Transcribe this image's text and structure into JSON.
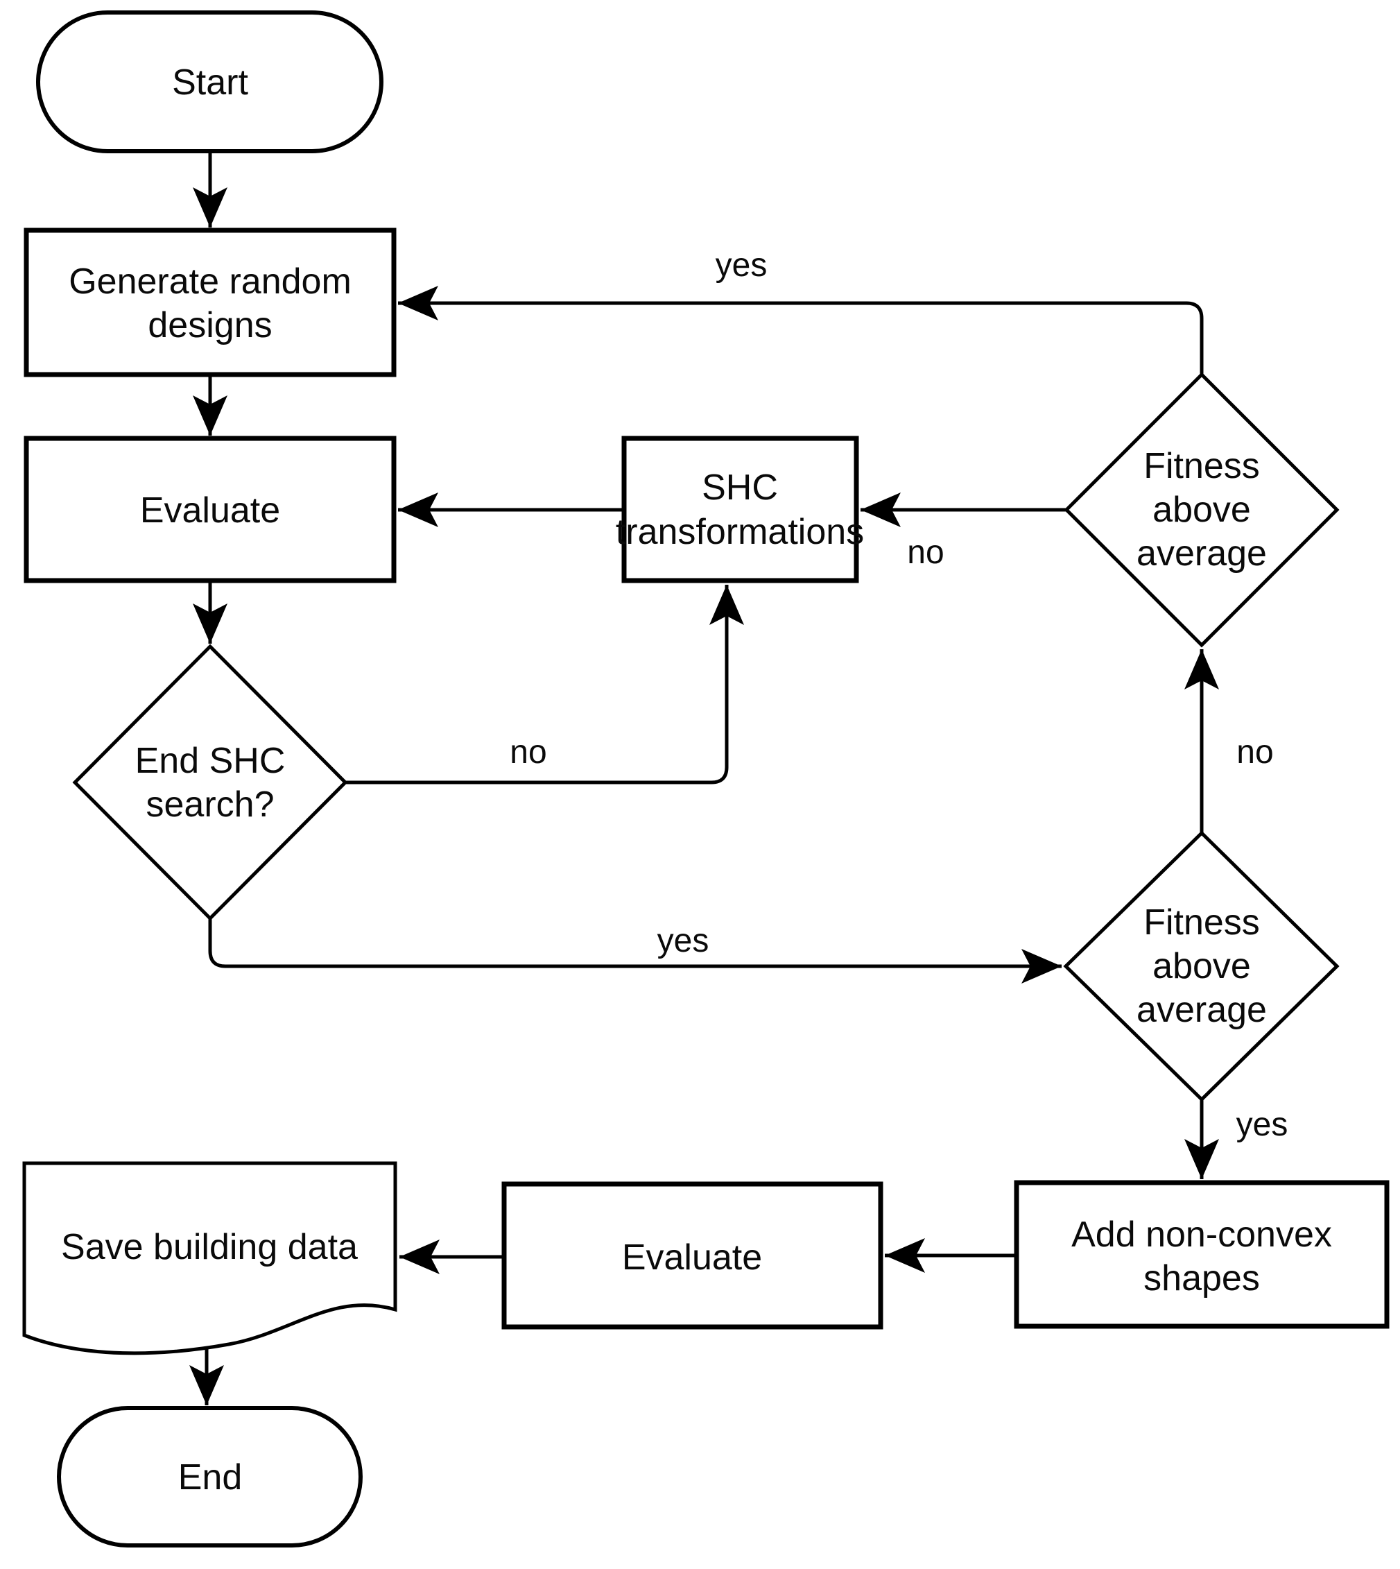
{
  "page": {
    "background": "#ffffff",
    "diagram_type": "flowchart"
  },
  "colors": {
    "stroke": "#000000",
    "text": "#0a0a0a",
    "node_fill": "#ffffff"
  },
  "flowchart": {
    "nodes": {
      "start": {
        "shape": "terminator",
        "label": "Start"
      },
      "generate_random_designs": {
        "shape": "process",
        "line1": "Generate random",
        "line2": "designs"
      },
      "evaluate_shc": {
        "shape": "process",
        "label": "Evaluate"
      },
      "shc_transformations": {
        "shape": "process",
        "line1": "SHC",
        "line2": "transformations"
      },
      "end_shc_search": {
        "shape": "decision",
        "line1": "End SHC",
        "line2": "search?"
      },
      "fitness_above_average_top": {
        "shape": "decision",
        "line1": "Fitness",
        "line2": "above",
        "line3": "average"
      },
      "fitness_above_average_bottom": {
        "shape": "decision",
        "line1": "Fitness",
        "line2": "above",
        "line3": "average"
      },
      "add_non_convex_shapes": {
        "shape": "process",
        "line1": "Add non-convex",
        "line2": "shapes"
      },
      "evaluate_final": {
        "shape": "process",
        "label": "Evaluate"
      },
      "save_building_data": {
        "shape": "document",
        "label": "Save building data"
      },
      "end": {
        "shape": "terminator",
        "label": "End"
      }
    },
    "edge_labels": {
      "fitness_top_yes": "yes",
      "fitness_top_no": "no",
      "end_shc_no": "no",
      "end_shc_yes": "yes",
      "fitness_bottom_no": "no",
      "fitness_bottom_yes": "yes"
    },
    "edges": [
      {
        "from": "start",
        "to": "generate_random_designs",
        "label": ""
      },
      {
        "from": "generate_random_designs",
        "to": "evaluate_shc",
        "label": ""
      },
      {
        "from": "evaluate_shc",
        "to": "end_shc_search",
        "label": ""
      },
      {
        "from": "shc_transformations",
        "to": "evaluate_shc",
        "label": ""
      },
      {
        "from": "end_shc_search",
        "to": "shc_transformations",
        "label": "no"
      },
      {
        "from": "end_shc_search",
        "to": "fitness_above_average_bottom",
        "label": "yes"
      },
      {
        "from": "fitness_above_average_top",
        "to": "shc_transformations",
        "label": "no"
      },
      {
        "from": "fitness_above_average_top",
        "to": "generate_random_designs",
        "label": "yes"
      },
      {
        "from": "fitness_above_average_bottom",
        "to": "fitness_above_average_top",
        "label": "no"
      },
      {
        "from": "fitness_above_average_bottom",
        "to": "add_non_convex_shapes",
        "label": "yes"
      },
      {
        "from": "add_non_convex_shapes",
        "to": "evaluate_final",
        "label": ""
      },
      {
        "from": "evaluate_final",
        "to": "save_building_data",
        "label": ""
      },
      {
        "from": "save_building_data",
        "to": "end",
        "label": ""
      }
    ]
  }
}
